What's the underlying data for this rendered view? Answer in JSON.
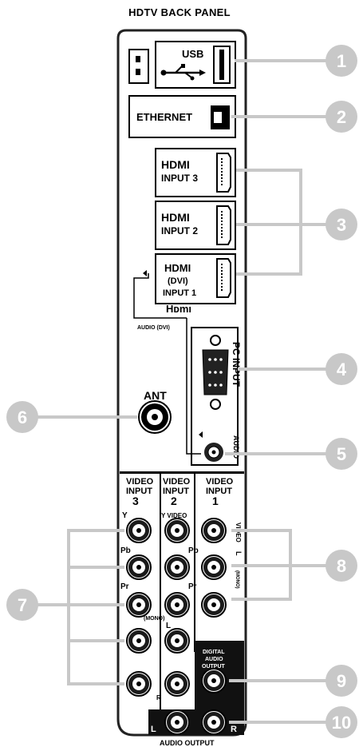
{
  "title": "HDTV BACK PANEL",
  "ports": {
    "usb": "USB",
    "ethernet": "ETHERNET",
    "hdmi3_a": "HDMI",
    "hdmi3_b": "INPUT 3",
    "hdmi2_a": "HDMI",
    "hdmi2_b": "INPUT 2",
    "hdmi1_a": "HDMI",
    "hdmi1_b": "(DVI)",
    "hdmi1_c": "INPUT 1",
    "hdmi_logo": "Hᴅmı",
    "audio_dvi": "AUDIO (DVI)",
    "pc_input": "PC INPUT",
    "audio": "AUDIO",
    "ant": "ANT",
    "vi3_a": "VIDEO",
    "vi3_b": "INPUT",
    "vi3_c": "3",
    "vi2_a": "VIDEO",
    "vi2_b": "INPUT",
    "vi2_c": "2",
    "vi1_a": "VIDEO",
    "vi1_b": "INPUT",
    "vi1_c": "1",
    "y3": "Y",
    "yvideo": "Y VIDEO",
    "video1": "VIDEO",
    "pb3": "Pb",
    "pb1": "Pb",
    "l1": "L",
    "mono1": "(MONO)",
    "pr3": "Pr",
    "pr1": "Pr",
    "mono_mid": "(MONO)",
    "l_mid": "L",
    "r_mid": "R",
    "digital_1": "DIGITAL",
    "digital_2": "AUDIO",
    "digital_3": "OUTPUT",
    "ao_l": "L",
    "ao_label": "AUDIO OUTPUT",
    "ao_r": "R"
  },
  "callouts": [
    "1",
    "2",
    "3",
    "4",
    "5",
    "6",
    "7",
    "8",
    "9",
    "10"
  ],
  "colors": {
    "callout": "#c8c8c8",
    "panel_border": "#222222",
    "black_block": "#111111"
  }
}
